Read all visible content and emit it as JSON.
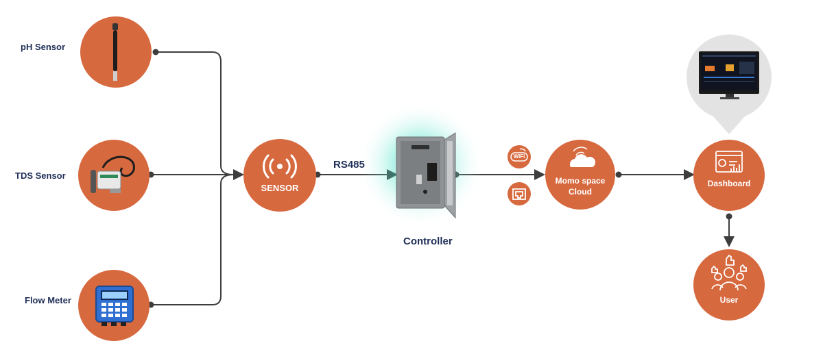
{
  "sensors": {
    "ph": {
      "label": "pH Sensor",
      "icon": "ph-probe-icon"
    },
    "tds": {
      "label": "TDS Sensor",
      "icon": "tds-probe-icon"
    },
    "flow": {
      "label": "Flow Meter",
      "icon": "flow-meter-device-icon"
    }
  },
  "hub": {
    "label": "SENSOR",
    "icon": "wireless-signal-icon"
  },
  "link": {
    "label": "RS485"
  },
  "controller": {
    "label": "Controller",
    "icon": "controller-cabinet-icon"
  },
  "connectivity": {
    "wifi_icon": "wifi-badge-icon",
    "wifi_text": "WiFi",
    "ethernet_icon": "ethernet-port-icon"
  },
  "cloud": {
    "line1": "Momo space",
    "line2": "Cloud",
    "icon": "cloud-icon"
  },
  "dashboard": {
    "label": "Dashboard",
    "icon": "dashboard-chart-icon",
    "preview_icon": "monitor-screen-icon"
  },
  "user": {
    "label": "User",
    "icon": "users-thumbs-up-icon"
  },
  "colors": {
    "node": "#d7693f",
    "text": "#1f2f57",
    "line": "#3d3d3d",
    "pin": "#e3e3e3"
  }
}
